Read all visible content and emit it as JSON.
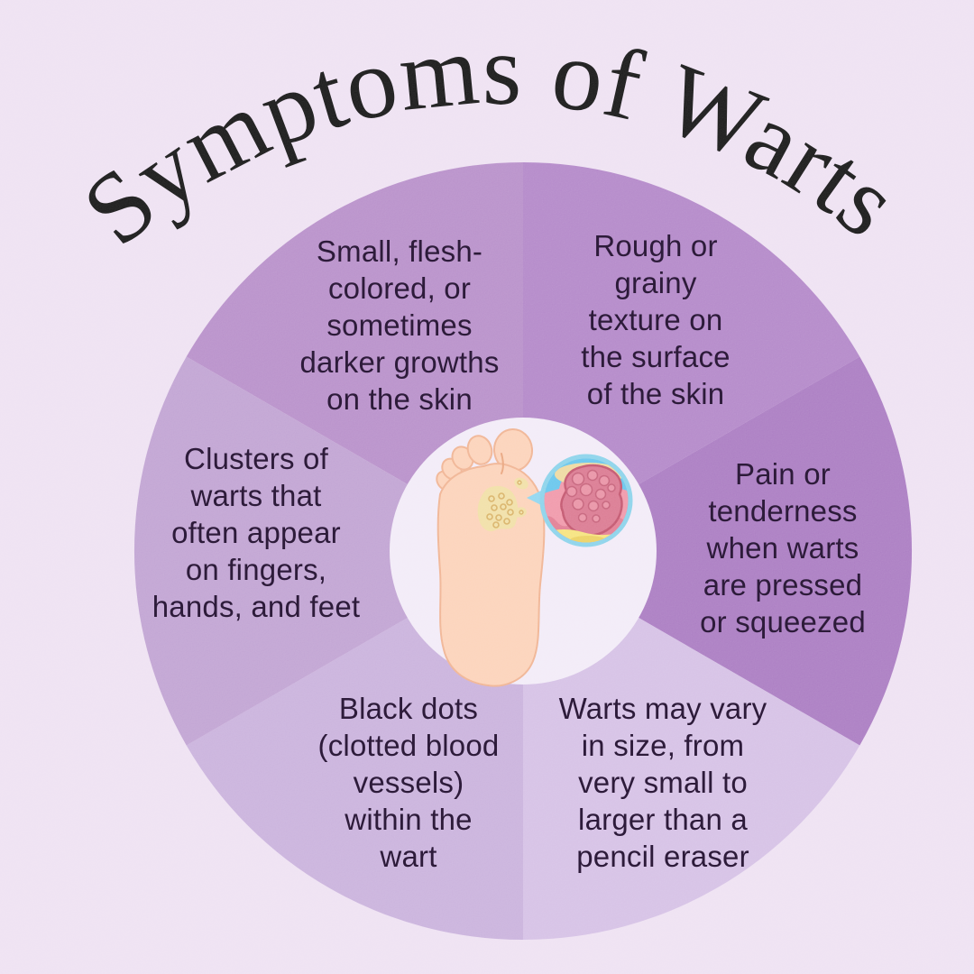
{
  "title": "Symptoms of Warts",
  "colors": {
    "background": "#eee1f2",
    "title": "#121212",
    "body_text": "#2d1b3a",
    "center_circle": "#f2ebf7",
    "foot_skin": "#fcd2b9",
    "foot_outline": "#f0b392",
    "wart_patch": "#f1dfa6",
    "wart_patch_dots": "#d8b164",
    "magnifier_ring": "#8ad2ea",
    "magnifier_sky": "#66c5ec",
    "magnifier_skin": "#f097a9",
    "magnifier_skin_deep": "#e27d93",
    "magnifier_fat": "#f6e37d",
    "magnifier_fat_blob": "#ecd161",
    "magnifier_wart": "#da7890",
    "magnifier_wart_outline": "#c2536c",
    "magnifier_wart_cobble": "#e992a5",
    "magnifier_cream_rim": "#eed9a0",
    "pointer": "#8fd6f0"
  },
  "segments": [
    {
      "name": "small-flesh-colored-growths",
      "position": "top-left",
      "color": "#b78ec9",
      "text": "Small, flesh-\ncolored, or\nsometimes\ndarker growths\non the skin"
    },
    {
      "name": "rough-grainy-texture",
      "position": "top-right",
      "color": "#b286c8",
      "text": "Rough or\ngrainy\ntexture on\nthe surface\nof the skin"
    },
    {
      "name": "pain-or-tenderness",
      "position": "right",
      "color": "#a97ac1",
      "text": "Pain or\ntenderness\nwhen warts\nare pressed\nor squeezed"
    },
    {
      "name": "warts-vary-in-size",
      "position": "bottom-right",
      "color": "#d5c0e5",
      "text": "Warts may vary\nin size, from\nvery small to\nlarger than a\npencil eraser"
    },
    {
      "name": "black-dots",
      "position": "bottom-left",
      "color": "#c9b1dc",
      "text": "Black dots\n(clotted blood\nvessels)\nwithin the\nwart"
    },
    {
      "name": "clusters-of-warts",
      "position": "left",
      "color": "#c0a2d2",
      "text": "Clusters of\nwarts that\noften appear\non fingers,\nhands, and feet"
    }
  ],
  "center_illustration": {
    "description": "Sole of foot with plantar wart clusters and magnified cross-section of a wart"
  }
}
